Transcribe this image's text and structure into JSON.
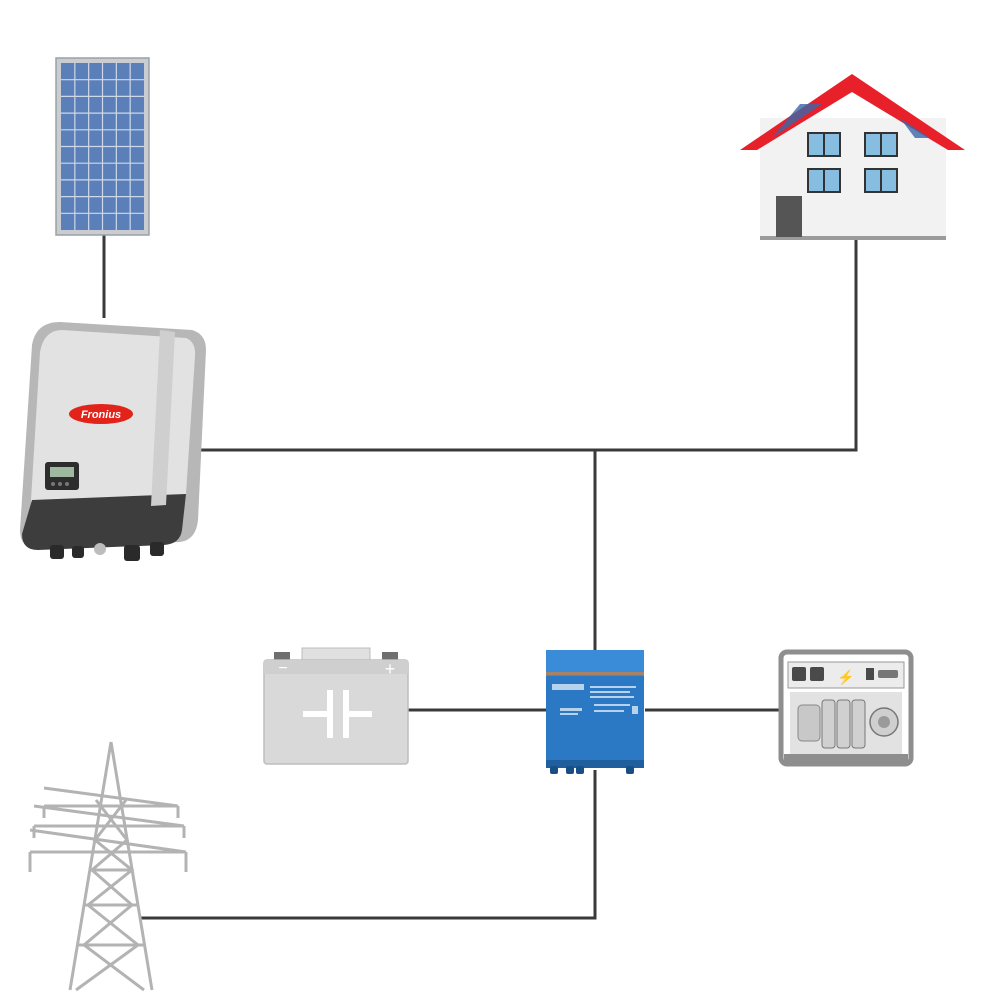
{
  "inverter": {
    "brand_logo_text": "Fronius"
  },
  "colors": {
    "wire": "#3a3a3a",
    "panel_frame": "#c9ccd1",
    "panel_cell": "#5b7fb8",
    "roof": "#e8202a",
    "house_wall": "#f2f2f2",
    "window": "#86bde0",
    "inverter_body": "#d6d6d6",
    "inverter_base": "#3d3d3d",
    "fronius_red": "#e2231a",
    "battery": "#d9d9d9",
    "multi_blue": "#2b78c5",
    "generator_frame": "#8e8e8e",
    "pylon": "#b3b3b3"
  },
  "components": [
    {
      "id": "solar-panel",
      "icon": "solar-panel-icon"
    },
    {
      "id": "house",
      "icon": "house-icon"
    },
    {
      "id": "pv-inverter",
      "icon": "pv-inverter-icon"
    },
    {
      "id": "battery",
      "icon": "battery-icon"
    },
    {
      "id": "inverter-charger",
      "icon": "inverter-charger-icon"
    },
    {
      "id": "generator",
      "icon": "generator-icon"
    },
    {
      "id": "grid",
      "icon": "power-pylon-icon"
    }
  ]
}
